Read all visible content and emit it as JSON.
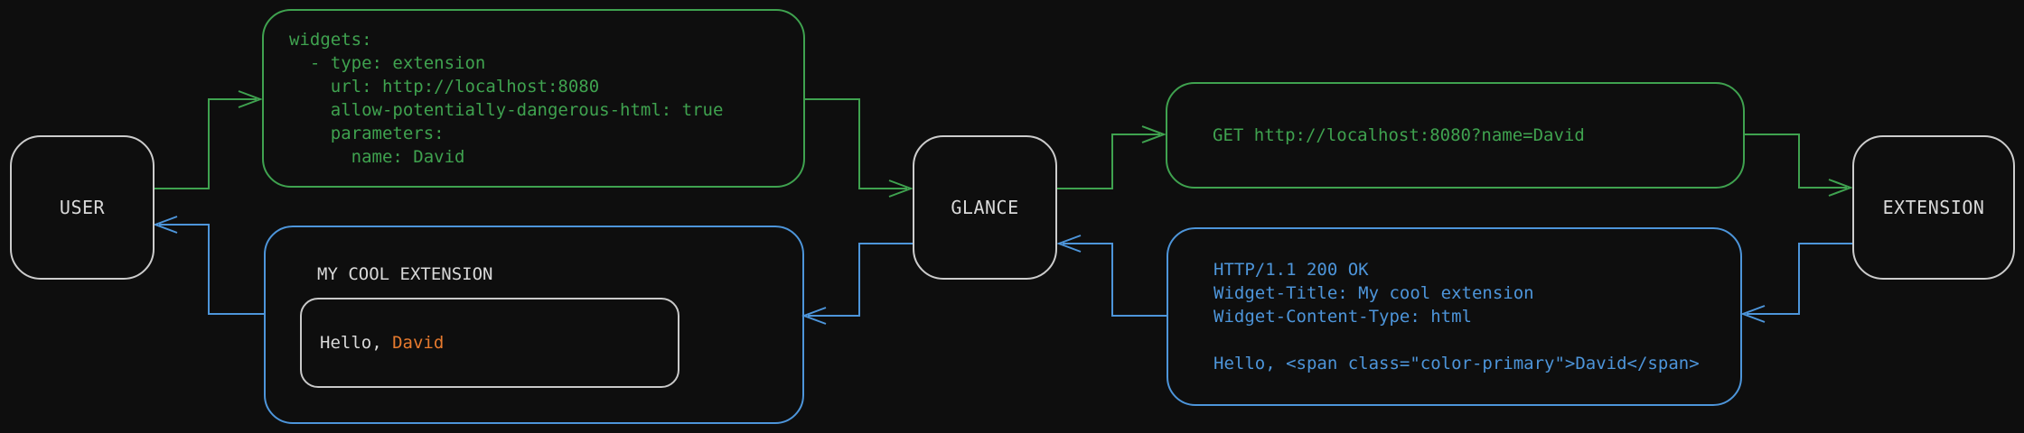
{
  "colors": {
    "bg": "#0e0e0e",
    "green": "#3fa24f",
    "blue": "#4d95da",
    "orange": "#e67a2e",
    "node_border": "#cccccc",
    "label_text": "#d9d9d9",
    "inner_border": "#c9c9c9"
  },
  "nodes": {
    "user": {
      "label": "USER"
    },
    "glance": {
      "label": "GLANCE"
    },
    "extension": {
      "label": "EXTENSION"
    }
  },
  "config_snippet": {
    "code": "widgets:\n  - type: extension\n    url: http://localhost:8080\n    allow-potentially-dangerous-html: true\n    parameters:\n      name: David"
  },
  "request_snippet": {
    "code": "GET http://localhost:8080?name=David"
  },
  "response_snippet": {
    "code": "HTTP/1.1 200 OK\nWidget-Title: My cool extension\nWidget-Content-Type: html\n\nHello, <span class=\"color-primary\">David</span>"
  },
  "widget_preview": {
    "title": "MY COOL EXTENSION",
    "greeting_prefix": "Hello, ",
    "greeting_name": "David"
  }
}
